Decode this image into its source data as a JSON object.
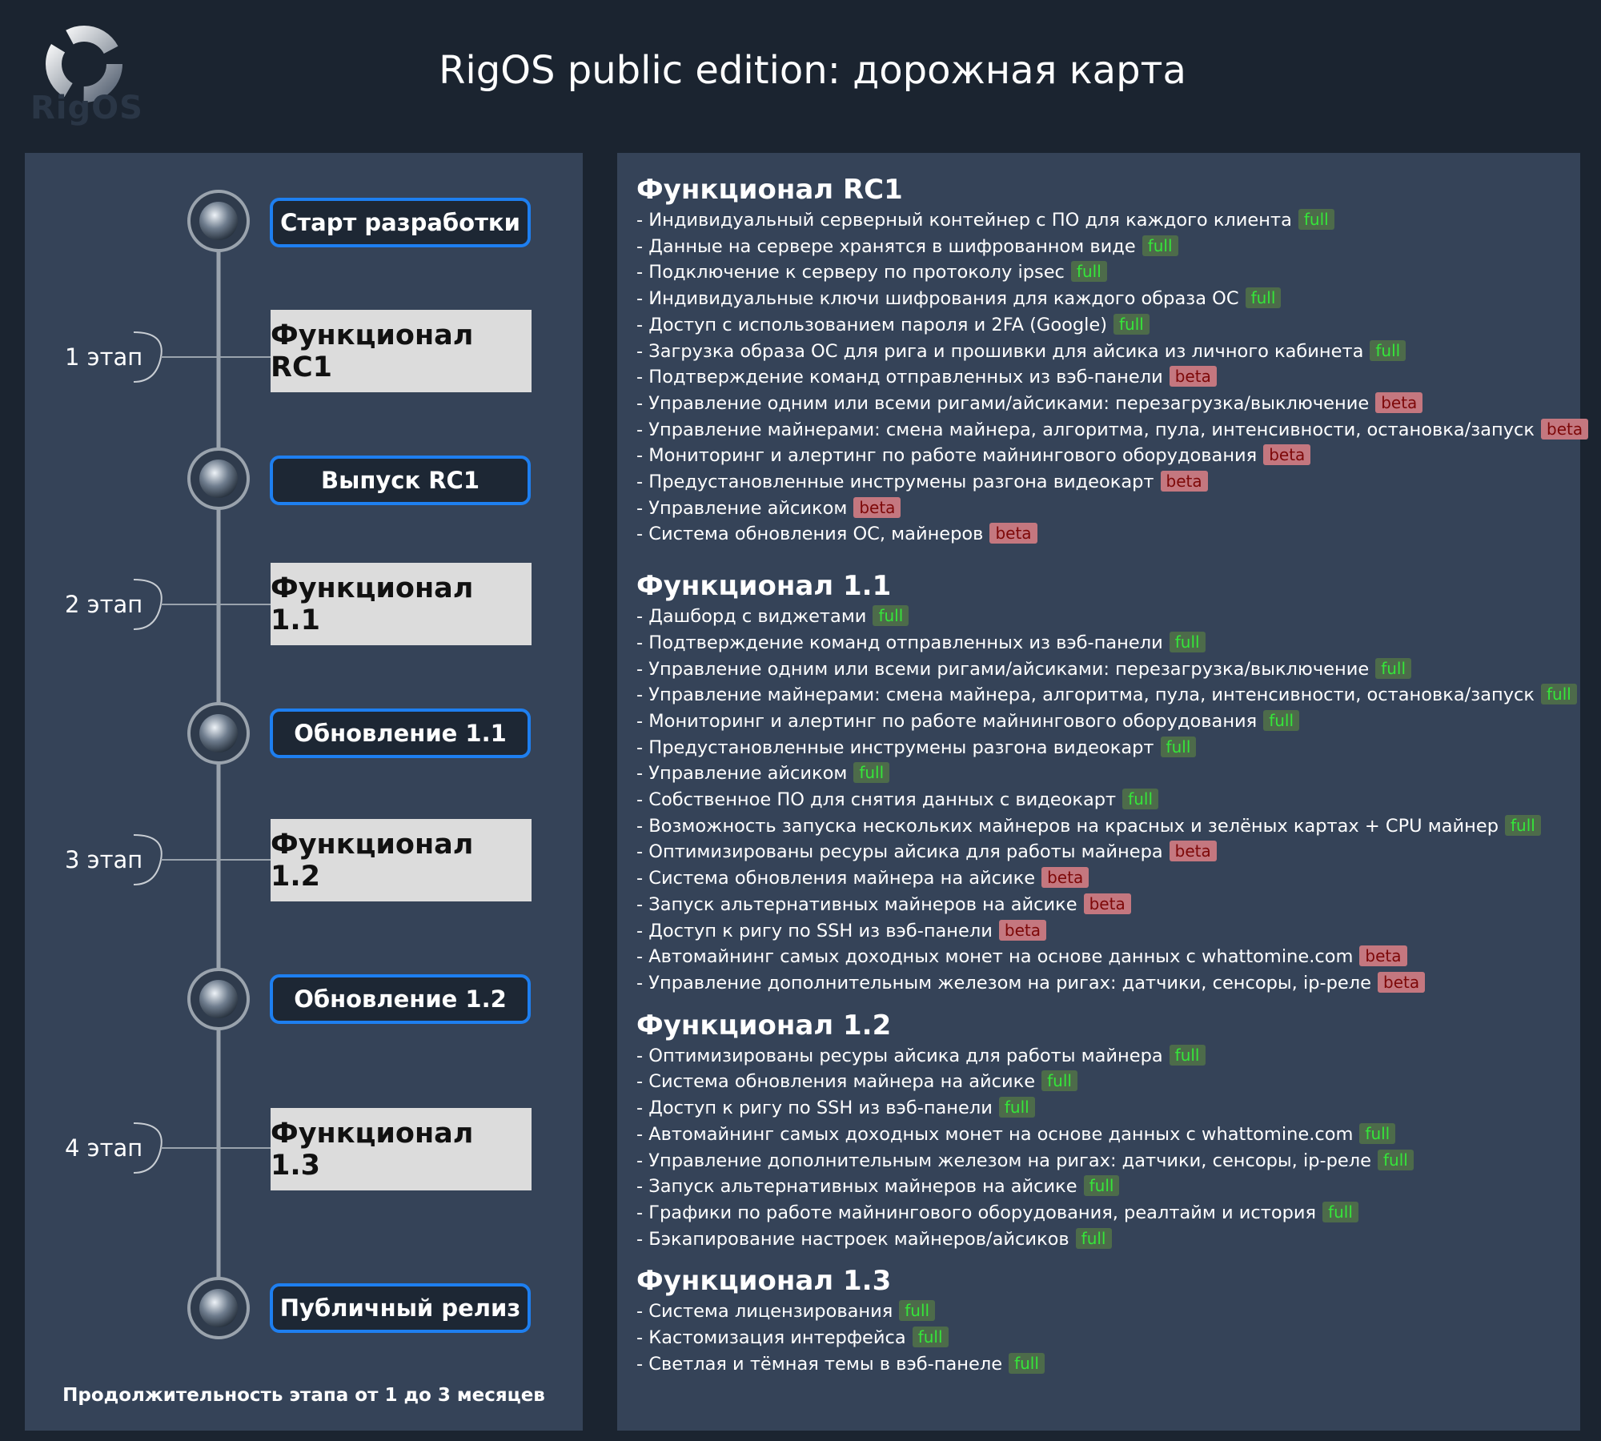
{
  "logo_text": "RigOS",
  "title": "RigOS public edition: дорожная карта",
  "colors": {
    "full_badge_bg": "#4d6b4a",
    "full_badge_text": "#35e63a",
    "beta_badge_bg": "#c4777f",
    "beta_badge_text": "#7d0808",
    "milestone_border": "#1e7ff0",
    "panel_bg": "#354358",
    "page_bg": "#1b2430"
  },
  "timeline": {
    "milestones": [
      {
        "label": "Старт разработки",
        "icon": "rigos-node-icon"
      },
      {
        "label": "Выпуск RC1",
        "icon": "rigos-node-icon"
      },
      {
        "label": "Обновление 1.1",
        "icon": "rigos-node-icon"
      },
      {
        "label": "Обновление 1.2",
        "icon": "rigos-node-icon"
      },
      {
        "label": "Публичный релиз",
        "icon": "rigos-node-icon"
      }
    ],
    "stages": [
      {
        "label": "1 этап",
        "box": "Функционал RC1"
      },
      {
        "label": "2 этап",
        "box": "Функционал 1.1"
      },
      {
        "label": "3 этап",
        "box": "Функционал 1.2"
      },
      {
        "label": "4 этап",
        "box": "Функционал 1.3"
      }
    ],
    "note": "Продолжительность этапа от 1 до 3 месяцев"
  },
  "sections": [
    {
      "title": "Функционал RC1",
      "items": [
        {
          "text": "- Индивидуальный серверный контейнер с ПО для каждого клиента",
          "badge": "full"
        },
        {
          "text": "- Данные на сервере хранятся в шифрованном виде",
          "badge": "full"
        },
        {
          "text": "- Подключение к серверу по протоколу ipsec",
          "badge": "full"
        },
        {
          "text": "- Индивидуальные ключи шифрования для каждого образа ОС",
          "badge": "full"
        },
        {
          "text": "- Доступ с использованием пароля и 2FA (Google)",
          "badge": "full"
        },
        {
          "text": "- Загрузка образа ОС для рига и прошивки для айсика из личного кабинета",
          "badge": "full"
        },
        {
          "text": "- Подтверждение команд отправленных из вэб-панели",
          "badge": "beta"
        },
        {
          "text": "- Управление одним или всеми ригами/айсиками: перезагрузка/выключение",
          "badge": "beta"
        },
        {
          "text": "- Управление майнерами: смена майнера, алгоритма, пула, интенсивности, остановка/запуск",
          "badge": "beta"
        },
        {
          "text": "- Мониторинг и алертинг по работе майнингового оборудования",
          "badge": "beta"
        },
        {
          "text": "- Предустановленные инструмены разгона видеокарт",
          "badge": "beta"
        },
        {
          "text": "- Управление айсиком",
          "badge": "beta"
        },
        {
          "text": "- Система обновления ОС, майнеров",
          "badge": "beta"
        }
      ]
    },
    {
      "title": "Функционал 1.1",
      "items": [
        {
          "text": "- Дашборд с виджетами",
          "badge": "full"
        },
        {
          "text": "- Подтверждение команд отправленных из вэб-панели",
          "badge": "full"
        },
        {
          "text": "- Управление одним или всеми ригами/айсиками: перезагрузка/выключение",
          "badge": "full"
        },
        {
          "text": "- Управление майнерами: смена майнера, алгоритма, пула, интенсивности, остановка/запуск",
          "badge": "full"
        },
        {
          "text": "- Мониторинг и алертинг по работе майнингового оборудования",
          "badge": "full"
        },
        {
          "text": "- Предустановленные инструмены разгона видеокарт",
          "badge": "full"
        },
        {
          "text": "- Управление айсиком",
          "badge": "full"
        },
        {
          "text": "- Собственное ПО для снятия данных с видеокарт",
          "badge": "full"
        },
        {
          "text": "- Возможность запуска нескольких майнеров на красных и зелёных картах + CPU майнер",
          "badge": "full"
        },
        {
          "text": "- Оптимизированы ресуры айсика для работы майнера",
          "badge": "beta"
        },
        {
          "text": "- Система обновления майнера на айсике",
          "badge": "beta"
        },
        {
          "text": "- Запуск альтернативных майнеров на айсике",
          "badge": "beta"
        },
        {
          "text": "- Доступ к ригу по SSH из вэб-панели",
          "badge": "beta"
        },
        {
          "text": "- Автомайнинг самых доходных монет на основе данных с whattomine.com",
          "badge": "beta"
        },
        {
          "text": "- Управление дополнительным железом на ригах: датчики, сенсоры, ip-реле",
          "badge": "beta"
        }
      ]
    },
    {
      "title": "Функционал 1.2",
      "items": [
        {
          "text": "- Оптимизированы ресуры айсика для работы майнера",
          "badge": "full"
        },
        {
          "text": "- Система обновления майнера на айсике",
          "badge": "full"
        },
        {
          "text": "- Доступ к ригу по SSH из вэб-панели",
          "badge": "full"
        },
        {
          "text": "- Автомайнинг самых доходных монет на основе данных с whattomine.com",
          "badge": "full"
        },
        {
          "text": "- Управление дополнительным железом на ригах: датчики, сенсоры, ip-реле",
          "badge": "full"
        },
        {
          "text": "- Запуск альтернативных майнеров на айсике",
          "badge": "full"
        },
        {
          "text": "- Графики по работе майнингового оборудования, реалтайм и история",
          "badge": "full"
        },
        {
          "text": "- Бэкапирование настроек майнеров/айсиков",
          "badge": "full"
        }
      ]
    },
    {
      "title": "Функционал 1.3",
      "items": [
        {
          "text": "- Система лицензирования",
          "badge": "full"
        },
        {
          "text": "- Кастомизация интерфейса",
          "badge": "full"
        },
        {
          "text": "- Светлая и тёмная темы в вэб-панеле",
          "badge": "full"
        }
      ]
    }
  ]
}
